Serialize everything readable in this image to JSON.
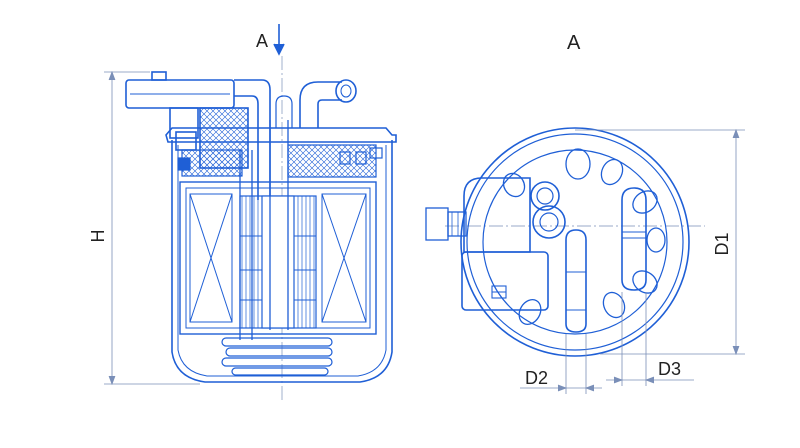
{
  "colors": {
    "line": "#1f5fd6",
    "dim": "#7a8fb8",
    "text": "#222222",
    "background": "#ffffff"
  },
  "labels": {
    "view_marker": "A",
    "view_title": "A",
    "height": "H",
    "d1": "D1",
    "d2": "D2",
    "d3": "D3"
  }
}
